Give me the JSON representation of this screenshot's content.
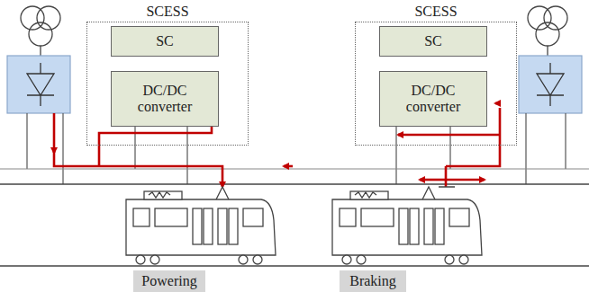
{
  "diagram": {
    "nodes": [
      {
        "text": [
          "SCESS"
        ]
      },
      {
        "text": [
          "SC"
        ],
        "in": 0
      },
      {
        "text": [
          "DC/DC converter"
        ],
        "in": 0
      },
      {
        "text": [
          "SCESS"
        ]
      },
      {
        "text": [
          "SC"
        ],
        "in": 3
      },
      {
        "text": [
          "DC/DC converter"
        ],
        "in": 3
      },
      {
        "text": [
          "Powering"
        ]
      },
      {
        "text": [
          "Braking"
        ]
      }
    ]
  }
}
